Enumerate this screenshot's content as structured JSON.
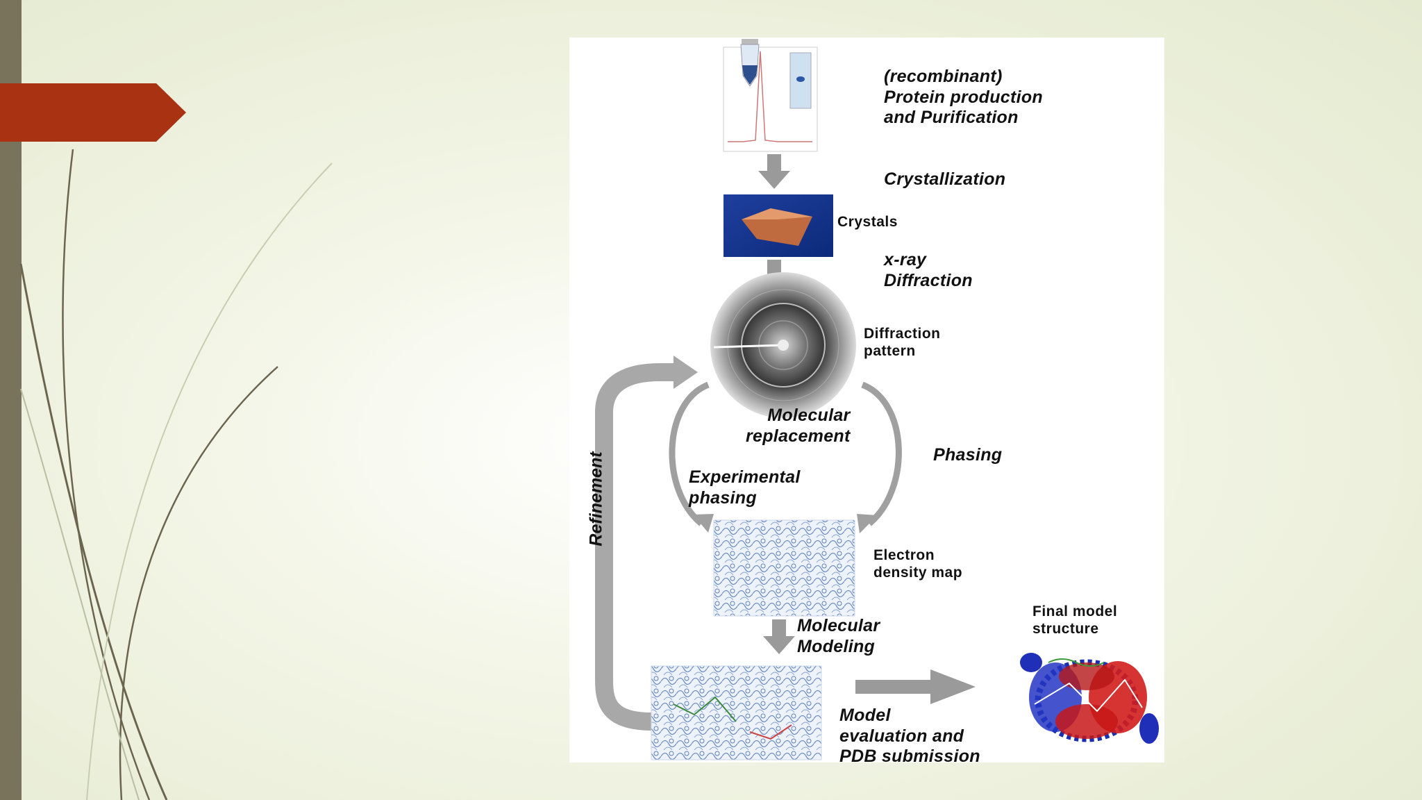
{
  "slide": {
    "accent_color": "#a83212",
    "side_bar_color": "#7a735b",
    "decoration": "curved-lines"
  },
  "diagram": {
    "steps": {
      "protein": "(recombinant)\nProtein production\nand Purification",
      "crystallization": "Crystallization",
      "crystals": "Crystals",
      "xray": "x-ray\nDiffraction",
      "diffraction_pattern": "Diffraction\npattern",
      "molecular_replacement": "Molecular\nreplacement",
      "phasing": "Phasing",
      "experimental_phasing": "Experimental\nphasing",
      "electron_density_map": "Electron\ndensity map",
      "molecular_modeling": "Molecular\nModeling",
      "final_model": "Final model\nstructure",
      "model_evaluation": "Model\nevaluation and\nPDB submission",
      "refinement": "Refinement"
    }
  }
}
